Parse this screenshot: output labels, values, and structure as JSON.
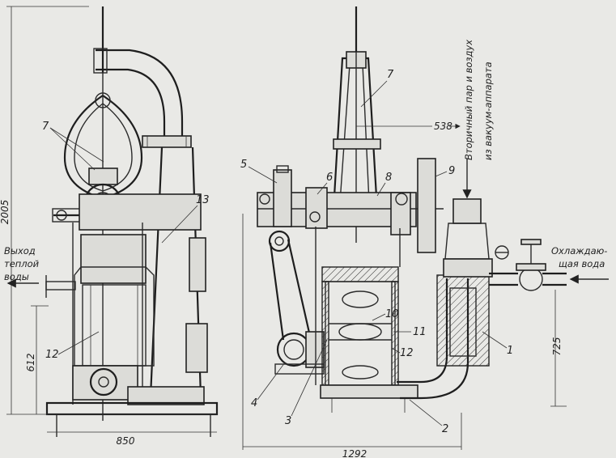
{
  "labels": {
    "n1": "1",
    "n2": "2",
    "n3": "3",
    "n4": "4",
    "n5": "5",
    "n6": "6",
    "n7_left": "7",
    "n7_right": "7",
    "n8": "8",
    "n9": "9",
    "n10": "10",
    "n11": "11",
    "n12_left": "12",
    "n12_right": "12",
    "n13": "13"
  },
  "dimensions": {
    "height_total": "2005",
    "height_612": "612",
    "width_850": "850",
    "width_1292": "1292",
    "offset_538": "538",
    "height_725": "725"
  },
  "notes": {
    "warm_water_line1": "Выход",
    "warm_water_line2": "теплой",
    "warm_water_line3": "воды",
    "steam_line1": "Вторичный пар и воздух",
    "steam_line2": "из вакуум-аппарата",
    "cooling_line1": "Охлаждаю-",
    "cooling_line2": "щая вода"
  }
}
